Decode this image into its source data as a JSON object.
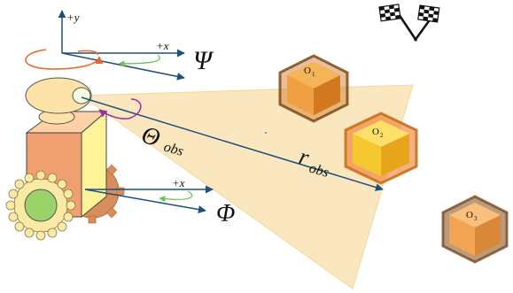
{
  "diagram": {
    "top_axes": {
      "y_label": "+y",
      "x_label": "+x",
      "angle_label": "Ψ"
    },
    "robot_axes": {
      "x_label": "+x",
      "angle_label": "Φ"
    },
    "view_cone": {
      "angle_label": "Θ",
      "angle_subscript": "obs",
      "range_label": "r",
      "range_subscript": "obs"
    },
    "objects": [
      {
        "label": "O",
        "subscript": "1",
        "kind": "hexagon",
        "color": "#c8741f"
      },
      {
        "label": "O",
        "subscript": "2",
        "kind": "hexagon",
        "color": "#f0a020"
      },
      {
        "label": "O",
        "subscript": "3",
        "kind": "hexagon",
        "color": "#d08840"
      }
    ],
    "goal_icon": "checkered-flags-icon",
    "colors": {
      "axis": "#1f4f7a",
      "cone_fill": "#fbe7bf",
      "rotation_arrow_orange": "#e8662a",
      "rotation_arrow_green": "#6cbf54",
      "rotation_arrow_purple": "#9b2fa6",
      "robot_body": "#f0a070",
      "robot_side": "#fff39a",
      "gear": "#fbe9a6",
      "wheel_center": "#9bd36a"
    }
  }
}
